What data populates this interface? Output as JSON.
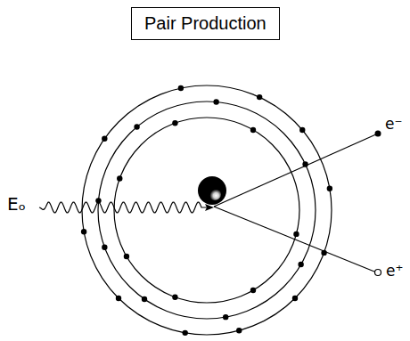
{
  "diagram": {
    "title": "Pair Production",
    "labels": [
      "Eₒ",
      "e⁻",
      "e⁺"
    ]
  }
}
